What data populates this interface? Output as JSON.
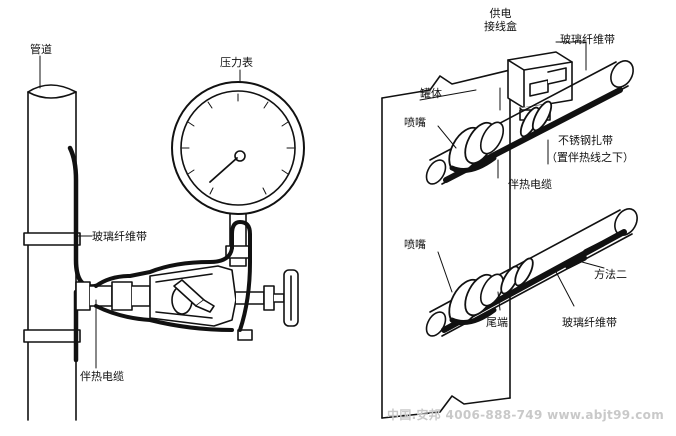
{
  "labels": {
    "pipe": "管道",
    "pressure_gauge": "压力表",
    "fiberglass_tape_left": "玻璃纤维带",
    "heat_cable_left": "伴热电缆",
    "junction_box": "供电\n接线盒",
    "fiberglass_tape_top": "玻璃纤维带",
    "tank": "罐体",
    "nozzle_top": "喷嘴",
    "steel_tie": "不锈钢扎带",
    "steel_tie_note": "（置伴热线之下）",
    "heat_cable_right": "伴热电缆",
    "nozzle_bottom": "喷嘴",
    "method_two": "方法二",
    "tail_end": "尾端",
    "fiberglass_tape_bottom": "玻璃纤维带"
  },
  "watermark": "中国.安邦 4006-888-749 www.abjt99.com",
  "colors": {
    "line": "#111111",
    "fill": "#ffffff",
    "shade": "#dcdcdc",
    "watermark": "#c9c9c9"
  }
}
